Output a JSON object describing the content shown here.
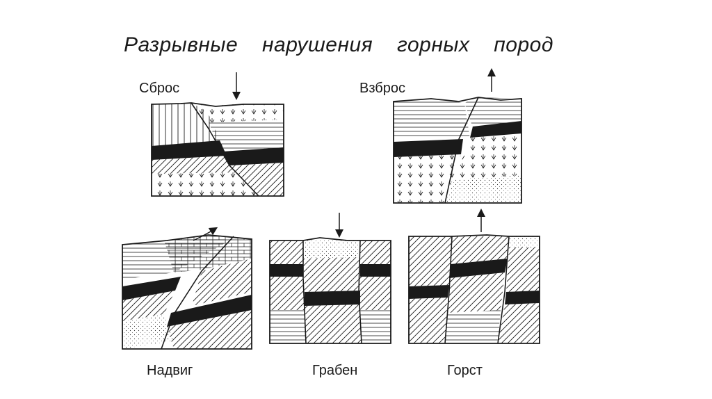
{
  "title": "Разрывные нарушения горных пород",
  "labels": {
    "sbros": "Сброс",
    "vzbros": "Взброс",
    "nadvig": "Надвиг",
    "graben": "Грабен",
    "gorst": "Горст"
  },
  "colors": {
    "ink": "#1a1a1a",
    "background": "#ffffff"
  }
}
